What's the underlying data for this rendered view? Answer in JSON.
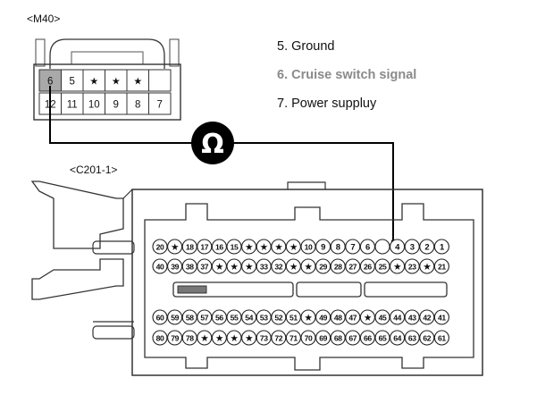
{
  "connectors": {
    "m40": {
      "label": "<M40>",
      "top_row": [
        "6",
        "5",
        "★",
        "★",
        "★",
        ""
      ],
      "bottom_row": [
        "12",
        "11",
        "10",
        "9",
        "8",
        "7"
      ]
    },
    "c201": {
      "label": "<C201-1>",
      "row1": [
        "20",
        "★",
        "18",
        "17",
        "16",
        "15",
        "★",
        "★",
        "★",
        "★",
        "10",
        "9",
        "8",
        "7",
        "6",
        "",
        "4",
        "3",
        "2",
        "1"
      ],
      "row2": [
        "40",
        "39",
        "38",
        "37",
        "★",
        "★",
        "★",
        "33",
        "32",
        "★",
        "★",
        "29",
        "28",
        "27",
        "26",
        "25",
        "★",
        "23",
        "★",
        "21"
      ],
      "row3": [
        "60",
        "59",
        "58",
        "57",
        "56",
        "55",
        "54",
        "53",
        "52",
        "51",
        "★",
        "49",
        "48",
        "47",
        "★",
        "45",
        "44",
        "43",
        "42",
        "41"
      ],
      "row4": [
        "80",
        "79",
        "78",
        "★",
        "★",
        "★",
        "★",
        "73",
        "72",
        "71",
        "70",
        "69",
        "68",
        "67",
        "66",
        "65",
        "64",
        "63",
        "62",
        "61"
      ]
    }
  },
  "legend": [
    {
      "text": "5. Ground",
      "highlight": false
    },
    {
      "text": "6. Cruise switch signal",
      "highlight": true
    },
    {
      "text": "7. Power suppluy",
      "highlight": false
    }
  ],
  "meter": {
    "symbol": "Ω",
    "color": "#000000"
  },
  "colors": {
    "highlight_cell": "#a9a9a9",
    "wire": "#000000",
    "legend_highlight": "#8a8a8a"
  }
}
